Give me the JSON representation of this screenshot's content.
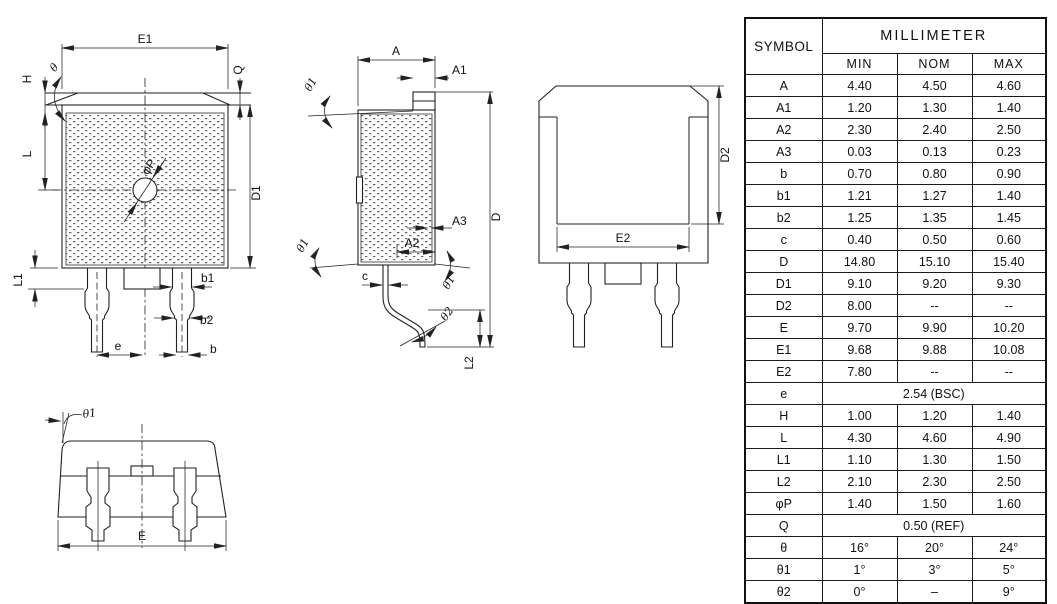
{
  "views": {
    "front": {
      "labels": {
        "e1": "E1",
        "h": "H",
        "theta": "θ",
        "q": "Q",
        "l": "L",
        "d1": "D1",
        "phi_p": "φP",
        "l1": "L1",
        "b1": "b1",
        "b2": "b2",
        "e": "e",
        "b": "b"
      }
    },
    "side": {
      "labels": {
        "a": "A",
        "a1": "A1",
        "theta1": "θ1",
        "a3": "A3",
        "a2": "A2",
        "c": "c",
        "theta2": "θ2",
        "l2": "L2",
        "d": "D"
      }
    },
    "back": {
      "labels": {
        "d2": "D2",
        "e2": "E2"
      }
    },
    "bottom": {
      "labels": {
        "theta1": "θ1",
        "e": "E"
      }
    }
  },
  "table": {
    "header": {
      "symbol": "SYMBOL",
      "unit": "MILLIMETER",
      "min": "MIN",
      "nom": "NOM",
      "max": "MAX"
    },
    "rows": [
      {
        "symbol": "A",
        "min": "4.40",
        "nom": "4.50",
        "max": "4.60"
      },
      {
        "symbol": "A1",
        "min": "1.20",
        "nom": "1.30",
        "max": "1.40"
      },
      {
        "symbol": "A2",
        "min": "2.30",
        "nom": "2.40",
        "max": "2.50"
      },
      {
        "symbol": "A3",
        "min": "0.03",
        "nom": "0.13",
        "max": "0.23"
      },
      {
        "symbol": "b",
        "min": "0.70",
        "nom": "0.80",
        "max": "0.90"
      },
      {
        "symbol": "b1",
        "min": "1.21",
        "nom": "1.27",
        "max": "1.40"
      },
      {
        "symbol": "b2",
        "min": "1.25",
        "nom": "1.35",
        "max": "1.45"
      },
      {
        "symbol": "c",
        "min": "0.40",
        "nom": "0.50",
        "max": "0.60"
      },
      {
        "symbol": "D",
        "min": "14.80",
        "nom": "15.10",
        "max": "15.40"
      },
      {
        "symbol": "D1",
        "min": "9.10",
        "nom": "9.20",
        "max": "9.30"
      },
      {
        "symbol": "D2",
        "min": "8.00",
        "nom": "--",
        "max": "--"
      },
      {
        "symbol": "E",
        "min": "9.70",
        "nom": "9.90",
        "max": "10.20"
      },
      {
        "symbol": "E1",
        "min": "9.68",
        "nom": "9.88",
        "max": "10.08"
      },
      {
        "symbol": "E2",
        "min": "7.80",
        "nom": "--",
        "max": "--"
      },
      {
        "symbol": "e",
        "span": true,
        "value": "2.54  (BSC)"
      },
      {
        "symbol": "H",
        "min": "1.00",
        "nom": "1.20",
        "max": "1.40"
      },
      {
        "symbol": "L",
        "min": "4.30",
        "nom": "4.60",
        "max": "4.90"
      },
      {
        "symbol": "L1",
        "min": "1.10",
        "nom": "1.30",
        "max": "1.50"
      },
      {
        "symbol": "L2",
        "min": "2.10",
        "nom": "2.30",
        "max": "2.50"
      },
      {
        "symbol": "φP",
        "min": "1.40",
        "nom": "1.50",
        "max": "1.60"
      },
      {
        "symbol": "Q",
        "span": true,
        "value": "0.50  (REF)"
      },
      {
        "symbol": "θ",
        "min": "16°",
        "nom": "20°",
        "max": "24°"
      },
      {
        "symbol": "θ1",
        "min": "1°",
        "nom": "3°",
        "max": "5°"
      },
      {
        "symbol": "θ2",
        "min": "0°",
        "nom": "–",
        "max": "9°"
      }
    ]
  }
}
